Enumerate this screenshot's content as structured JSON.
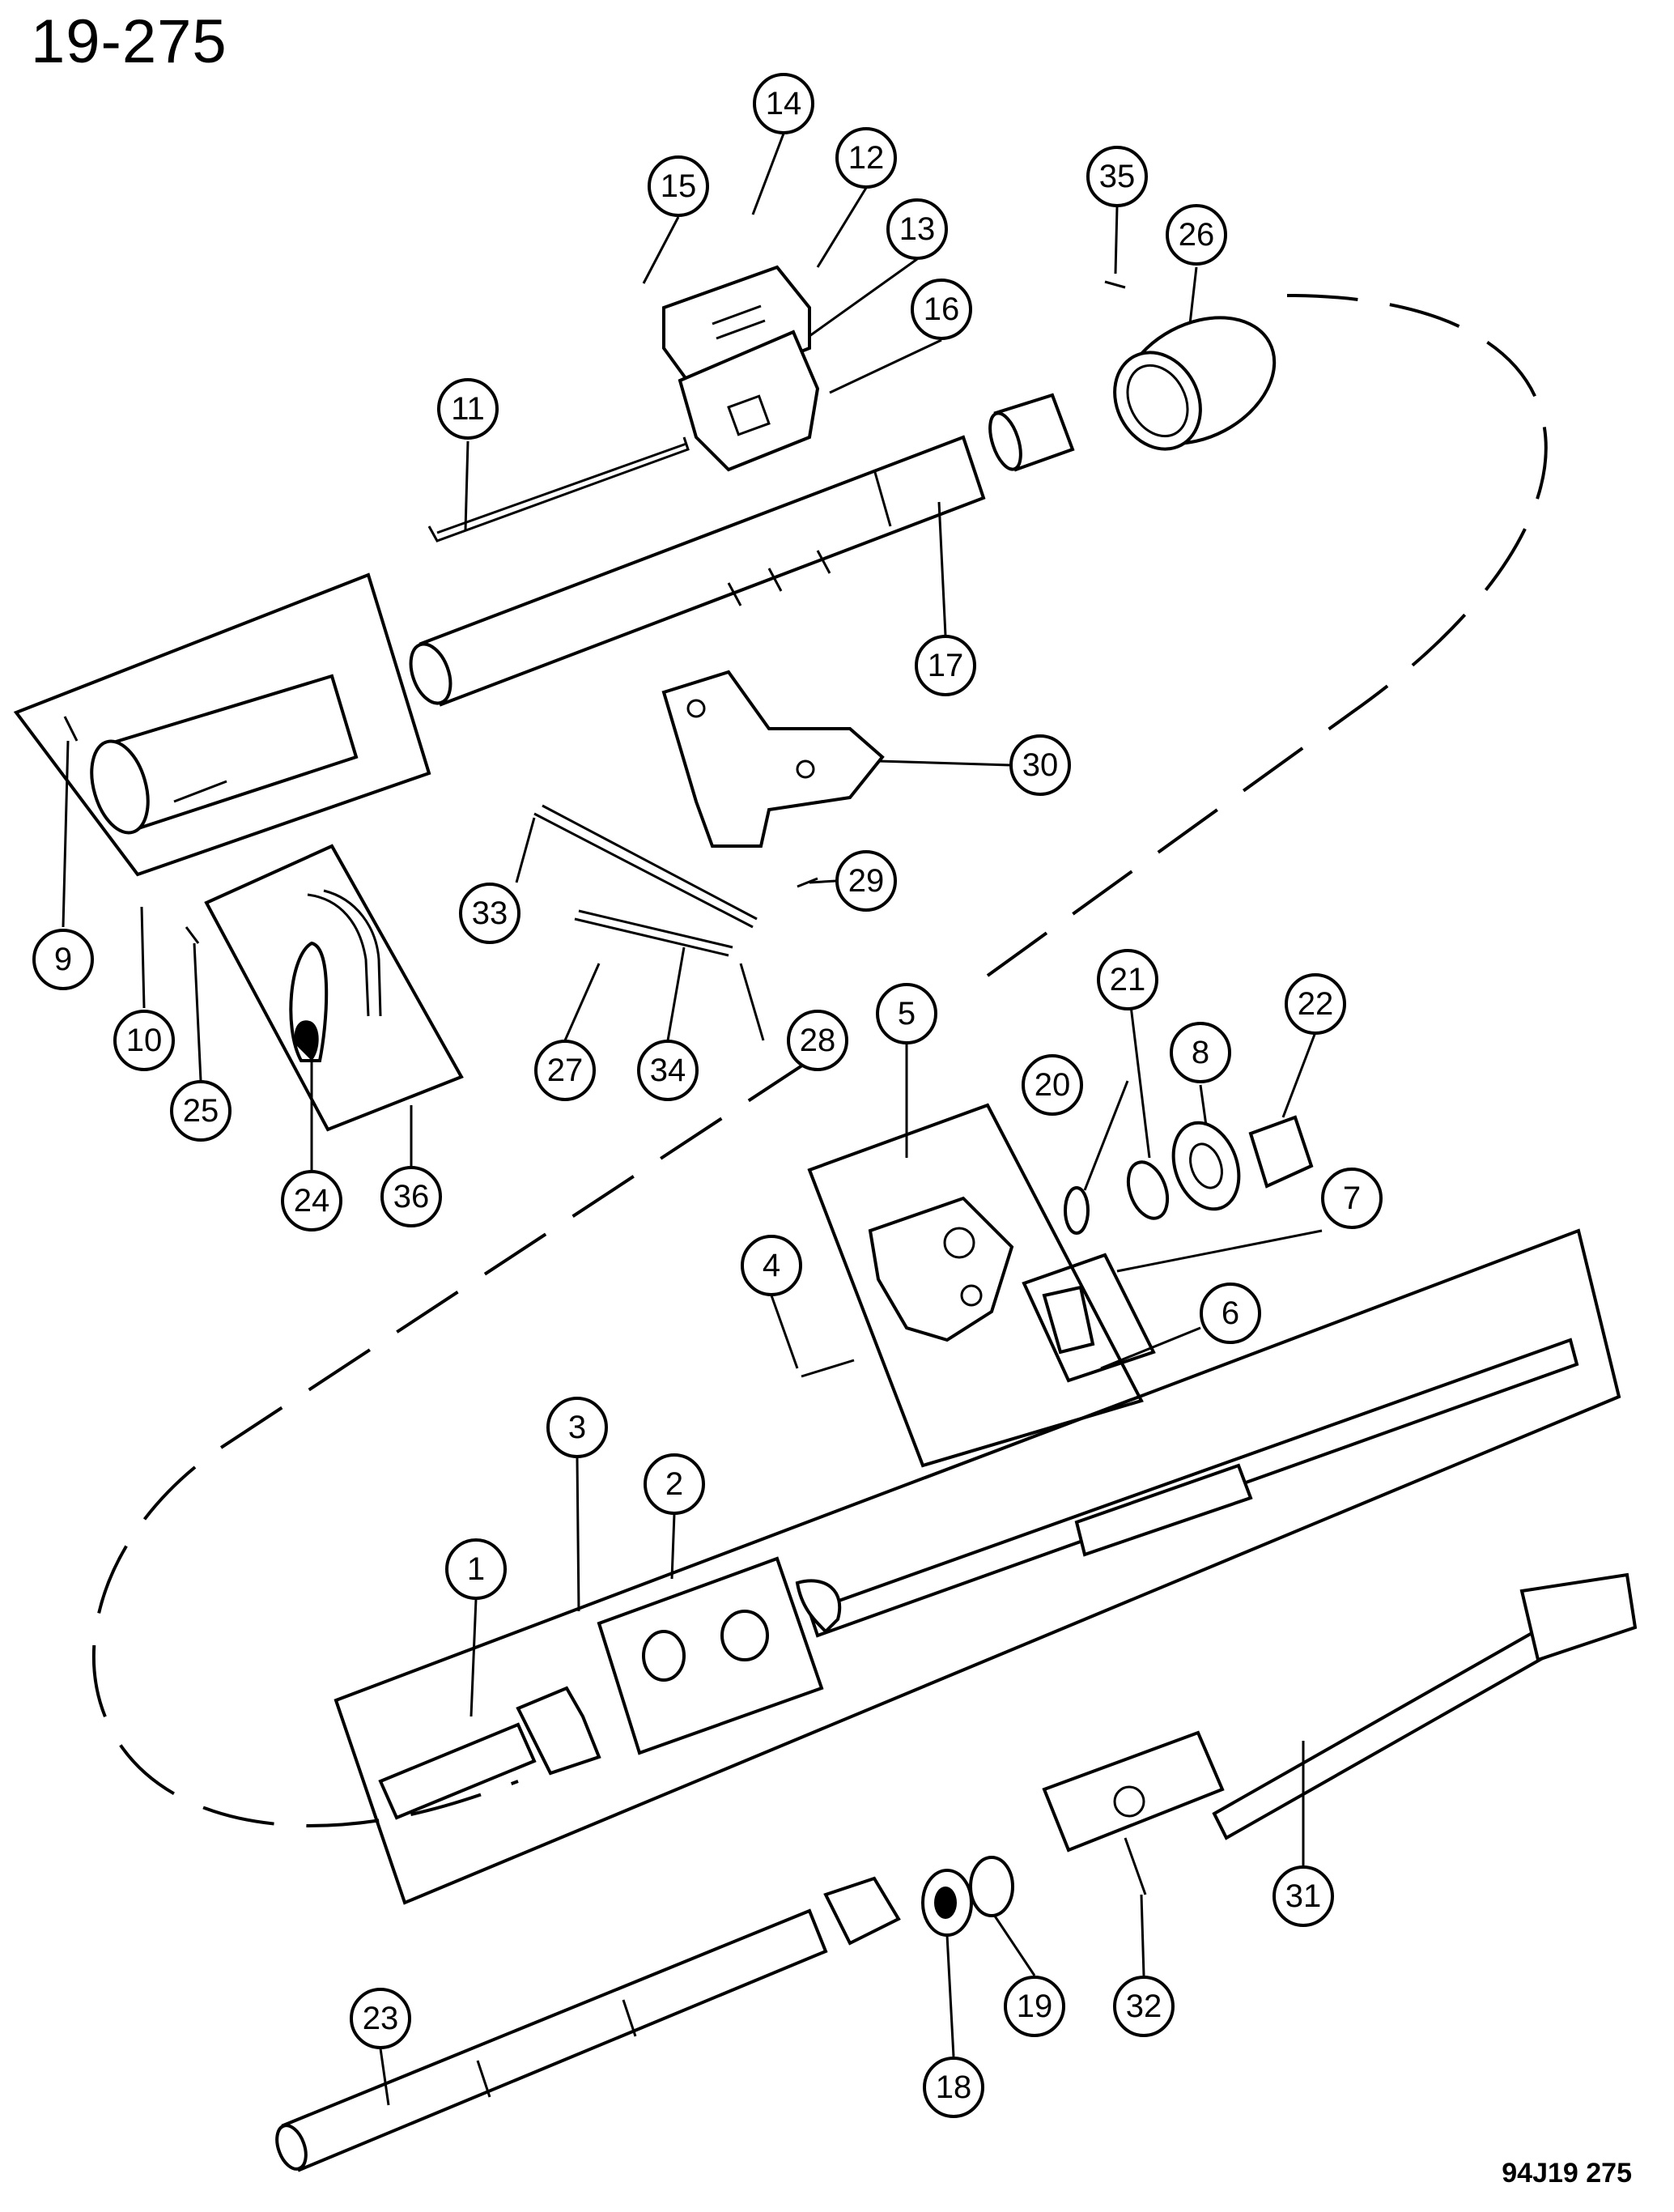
{
  "page_code": "19-275",
  "figure_code": "94J19 275",
  "callouts": [
    "1",
    "2",
    "3",
    "4",
    "5",
    "6",
    "7",
    "8",
    "9",
    "10",
    "11",
    "12",
    "13",
    "14",
    "15",
    "16",
    "17",
    "18",
    "19",
    "20",
    "21",
    "22",
    "23",
    "24",
    "25",
    "26",
    "27",
    "28",
    "29",
    "30",
    "31",
    "32",
    "33",
    "34",
    "35",
    "36"
  ]
}
